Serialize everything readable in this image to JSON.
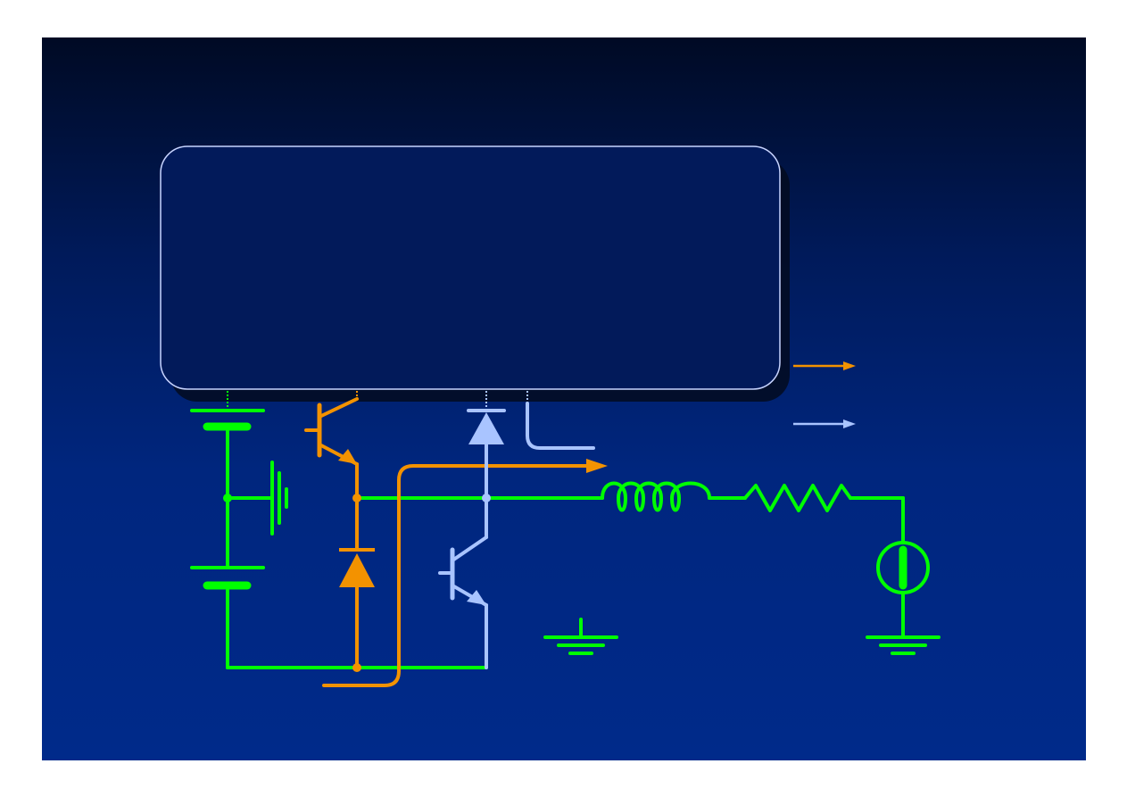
{
  "colors": {
    "background_top": "#000a24",
    "background_bottom": "#002a8a",
    "panel_fill": "#021a5a",
    "panel_border": "#c8d4ff",
    "panel_shadow": "#020b1e",
    "green": "#00ff00",
    "orange": "#f39200",
    "light_blue": "#a9c4ff"
  },
  "components": [
    "dc-source-battery",
    "ground-symbol-midpoint",
    "upper-igbt-transistor",
    "upper-freewheel-diode",
    "lower-freewheel-diode",
    "lower-igbt-transistor",
    "inductor-coil",
    "resistor",
    "ac-voltage-source",
    "ground-symbol-center",
    "ground-symbol-right"
  ]
}
